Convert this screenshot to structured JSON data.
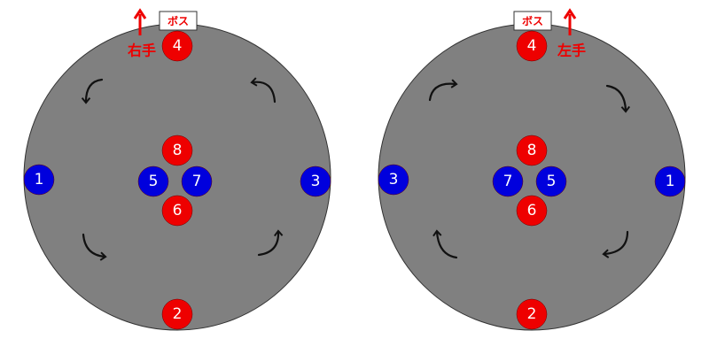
{
  "colors": {
    "arena": "#808080",
    "red": "#ee0000",
    "blue": "#0000dd"
  },
  "left": {
    "boss_label": "ボス",
    "hand_label": "右手",
    "markers": [
      {
        "n": "4",
        "color": "red",
        "pos": "top"
      },
      {
        "n": "1",
        "color": "blue",
        "pos": "left"
      },
      {
        "n": "3",
        "color": "blue",
        "pos": "right"
      },
      {
        "n": "2",
        "color": "red",
        "pos": "bottom"
      },
      {
        "n": "8",
        "color": "red",
        "pos": "center-top"
      },
      {
        "n": "5",
        "color": "blue",
        "pos": "center-left"
      },
      {
        "n": "7",
        "color": "blue",
        "pos": "center-right"
      },
      {
        "n": "6",
        "color": "red",
        "pos": "center-bottom"
      }
    ],
    "rotation": "counterclockwise"
  },
  "right": {
    "boss_label": "ボス",
    "hand_label": "左手",
    "markers": [
      {
        "n": "4",
        "color": "red",
        "pos": "top"
      },
      {
        "n": "3",
        "color": "blue",
        "pos": "left"
      },
      {
        "n": "1",
        "color": "blue",
        "pos": "right"
      },
      {
        "n": "2",
        "color": "red",
        "pos": "bottom"
      },
      {
        "n": "8",
        "color": "red",
        "pos": "center-top"
      },
      {
        "n": "7",
        "color": "blue",
        "pos": "center-left"
      },
      {
        "n": "5",
        "color": "blue",
        "pos": "center-right"
      },
      {
        "n": "6",
        "color": "red",
        "pos": "center-bottom"
      }
    ],
    "rotation": "clockwise"
  }
}
